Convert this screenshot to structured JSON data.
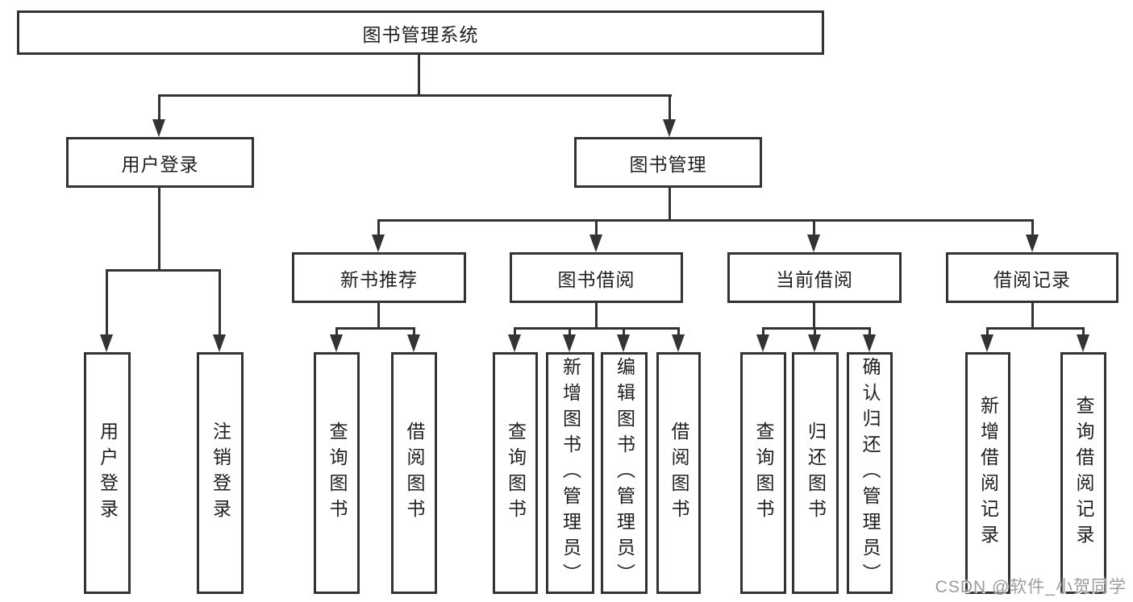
{
  "diagram": {
    "root": {
      "label": "图书管理系统",
      "children": [
        {
          "label": "用户登录",
          "children": [
            {
              "label": "用户登录"
            },
            {
              "label": "注销登录"
            }
          ]
        },
        {
          "label": "图书管理",
          "children": [
            {
              "label": "新书推荐",
              "children": [
                {
                  "label": "查询图书"
                },
                {
                  "label": "借阅图书"
                }
              ]
            },
            {
              "label": "图书借阅",
              "children": [
                {
                  "label": "查询图书"
                },
                {
                  "label": "新增图书（管理员）"
                },
                {
                  "label": "编辑图书（管理员）"
                },
                {
                  "label": "借阅图书"
                }
              ]
            },
            {
              "label": "当前借阅",
              "children": [
                {
                  "label": "查询图书"
                },
                {
                  "label": "归还图书"
                },
                {
                  "label": "确认归还（管理员）"
                }
              ]
            },
            {
              "label": "借阅记录",
              "children": [
                {
                  "label": "新增借阅记录"
                },
                {
                  "label": "查询借阅记录"
                }
              ]
            }
          ]
        }
      ]
    }
  },
  "watermark": {
    "text": "CSDN @软件_小贺同学"
  },
  "colors": {
    "line": "#333333",
    "text": "#1f1f1f",
    "background": "#ffffff",
    "watermark": "#9b9b9b"
  }
}
